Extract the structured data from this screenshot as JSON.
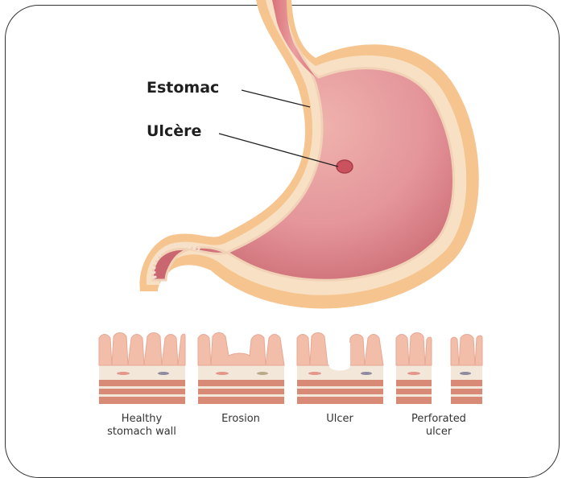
{
  "labels": {
    "stomach": "Estomac",
    "ulcer": "Ulcère"
  },
  "stages": [
    {
      "caption_line1": "Healthy",
      "caption_line2": "stomach wall"
    },
    {
      "caption_line1": "Erosion",
      "caption_line2": ""
    },
    {
      "caption_line1": "Ulcer",
      "caption_line2": ""
    },
    {
      "caption_line1": "Perforated",
      "caption_line2": "ulcer"
    }
  ],
  "colors": {
    "outer_wall": "#f6c48e",
    "muscle_wall": "#f8e0c4",
    "lining": "#e9a9a4",
    "lumen": "#d97a80",
    "ulcer": "#c9525e",
    "mucosa": "#f2bda9",
    "submucosa": "#f3e7da",
    "muscle_band": "#d98a76"
  }
}
